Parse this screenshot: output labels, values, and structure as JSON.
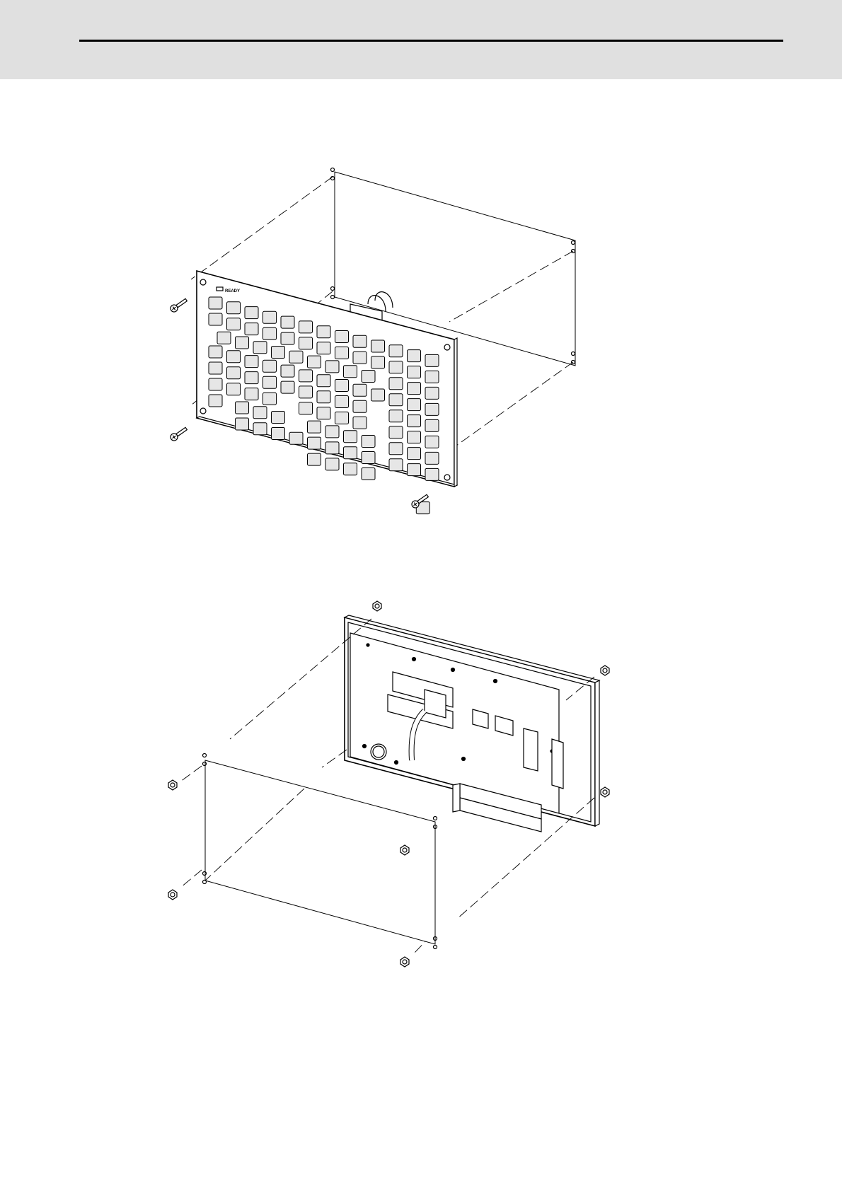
{
  "header": {
    "band_color": "#e0e0e0",
    "rule_color": "#000000"
  },
  "figures": [
    {
      "name": "keyboard-unit-assembly",
      "panel_label": "READY"
    },
    {
      "name": "display-unit-rear-assembly"
    }
  ],
  "colors": {
    "line": "#000000",
    "key_fill": "#e6e6e6",
    "panel_fill": "#ffffff"
  }
}
